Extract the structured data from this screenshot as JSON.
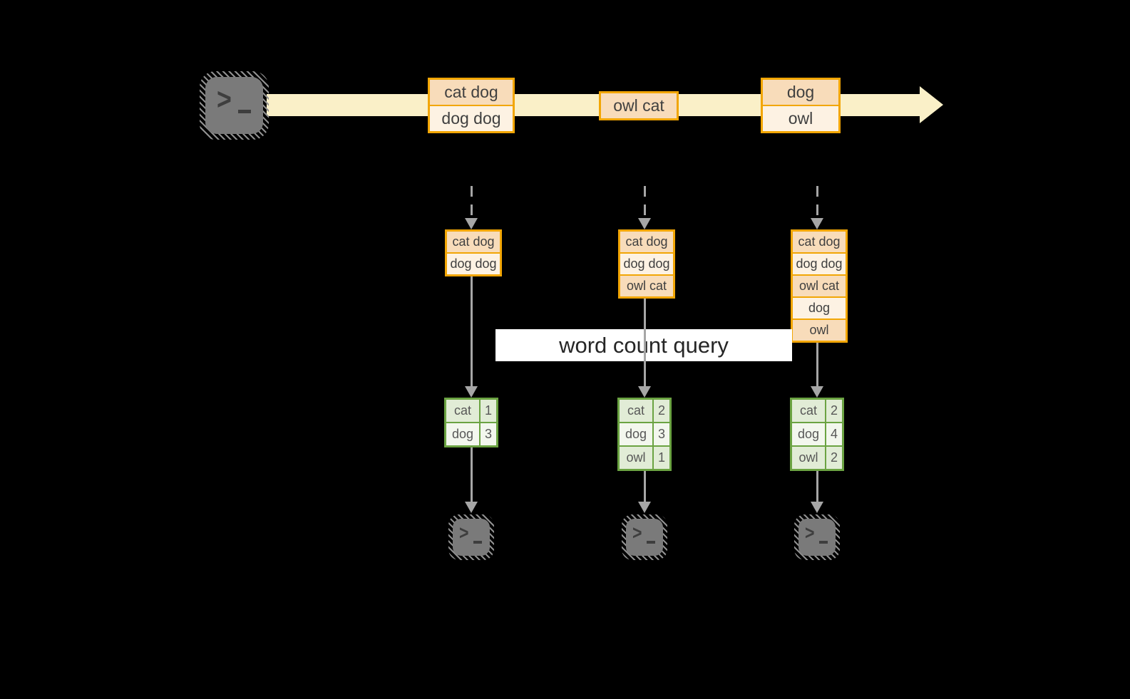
{
  "colors": {
    "background": "#000000",
    "stream_arrow": "#faf0c8",
    "event_border": "#f2a605",
    "event_fill_dark": "#f8dcba",
    "event_fill_light": "#fdf2e3",
    "count_border": "#6ba342",
    "count_fill_dark": "#e1ecd6",
    "count_fill_light": "#f3f7ee",
    "connector": "#a6a6a6",
    "terminal_body": "#7a7a7a",
    "banner_bg": "#ffffff",
    "banner_text": "#262626"
  },
  "icons": {
    "producer": "terminal-icon",
    "consumer": "terminal-icon"
  },
  "banner": {
    "label": "word count query"
  },
  "stream": {
    "event1": {
      "line1": "cat dog",
      "line2": "dog dog"
    },
    "event2": {
      "line1": "owl cat"
    },
    "event3": {
      "line1": "dog",
      "line2": "owl"
    }
  },
  "columns": [
    {
      "buffer": [
        "cat dog",
        "dog dog"
      ],
      "counts": [
        {
          "word": "cat",
          "value": "1"
        },
        {
          "word": "dog",
          "value": "3"
        }
      ]
    },
    {
      "buffer": [
        "cat dog",
        "dog dog",
        "owl cat"
      ],
      "counts": [
        {
          "word": "cat",
          "value": "2"
        },
        {
          "word": "dog",
          "value": "3"
        },
        {
          "word": "owl",
          "value": "1"
        }
      ]
    },
    {
      "buffer": [
        "cat dog",
        "dog dog",
        "owl cat",
        "dog",
        "owl"
      ],
      "counts": [
        {
          "word": "cat",
          "value": "2"
        },
        {
          "word": "dog",
          "value": "4"
        },
        {
          "word": "owl",
          "value": "2"
        }
      ]
    }
  ]
}
